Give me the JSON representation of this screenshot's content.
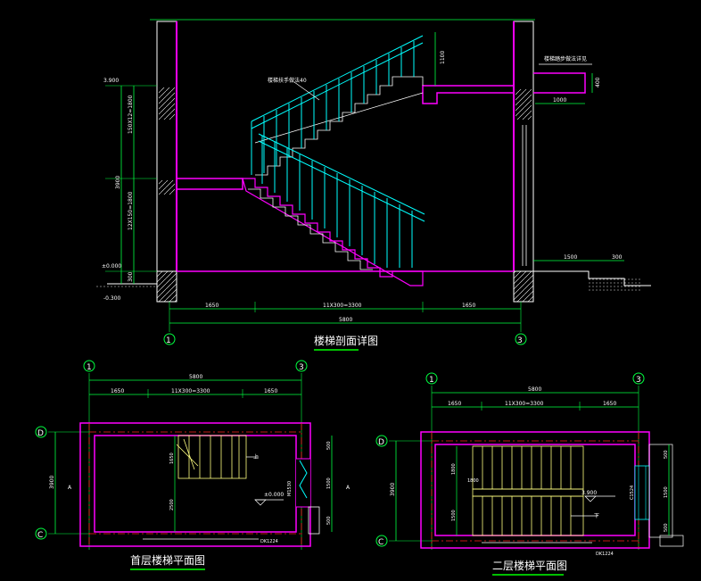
{
  "colors": {
    "background": "#000000",
    "wall": "#ff00ff",
    "structure": "#ffffff",
    "railing": "#00ffff",
    "stair": "#ffff80",
    "axis": "#ff2020",
    "dimension": "#00ff40",
    "title_underline": "#00ff00"
  },
  "section": {
    "title": "楼梯剖面详图",
    "axis_left": "1",
    "axis_right": "3",
    "total_dim": "5800",
    "dims_bottom": [
      "1650",
      "11X300=3300",
      "1650"
    ],
    "level_top": "3.900",
    "level_mid": "±0.000",
    "level_bottom": "-0.300",
    "height_dims": [
      "150X12=1800",
      "3900",
      "12X150=1800",
      "300"
    ],
    "rail_note": "楼梯扶手做法40",
    "side_note": "楼梯踏步做法详见",
    "side_dims": [
      "1000",
      "400"
    ],
    "right_dims": [
      "1500",
      "300"
    ],
    "rail_height": "1100"
  },
  "plan1": {
    "title": "首层楼梯平面图",
    "axis_left": "1",
    "axis_right": "3",
    "axis_d": "D",
    "axis_c": "C",
    "total_dim": "5800",
    "dims_top": [
      "1650",
      "11X300=3300",
      "1650"
    ],
    "height_dim": "3900",
    "inner_dims": [
      "1650",
      "2500"
    ],
    "right_dims": [
      "500",
      "1500",
      "500"
    ],
    "level": "±0.000",
    "up_label": "上",
    "door_label": "M1530",
    "section_mark": "A",
    "window_label": "DK1224"
  },
  "plan2": {
    "title": "二层楼梯平面图",
    "axis_left": "1",
    "axis_right": "3",
    "axis_d": "D",
    "axis_c": "C",
    "total_dim": "5800",
    "dims_top": [
      "1650",
      "11X300=3300",
      "1650"
    ],
    "height_dim": "3900",
    "inner_dims": [
      "1800",
      "1800",
      "1500"
    ],
    "right_dims": [
      "500",
      "1500",
      "500"
    ],
    "level": "3.900",
    "down_label": "下",
    "window_label": "C1524",
    "window_label_2": "DK1224"
  }
}
